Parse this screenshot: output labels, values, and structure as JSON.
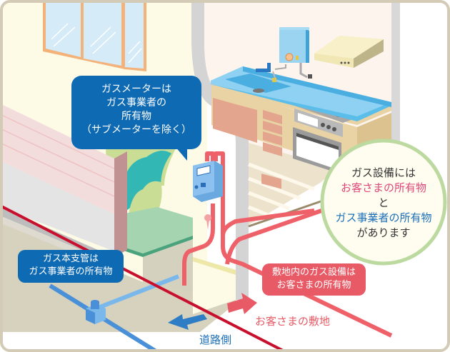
{
  "figure": {
    "title": "ガス設備の所有区分",
    "colors": {
      "frame": "#d3cbb5",
      "exterior_wall": "#fdfbe6",
      "interior_wall": "#fdf4ee",
      "gas_company_blue": "#0f6ab4",
      "customer_red": "#e85a65",
      "pipe_red": "#ee6169",
      "pipe_blue": "#5ca8e6",
      "boundary_line": "#c8102e",
      "circle_border": "#bcd9a0",
      "circle_fill": "#fefdf0",
      "pink_text": "#e0467a",
      "blue_text": "#1b6fb8"
    }
  },
  "callouts": {
    "meter": {
      "lines": [
        "ガスメーターは",
        "ガス事業者の",
        "所有物",
        "（サブメーターを除く）"
      ]
    },
    "main_pipe": {
      "lines": [
        "ガス本支管は",
        "ガス事業者の所有物"
      ]
    },
    "premises_equipment": {
      "lines": [
        "敷地内のガス設備は",
        "お客さまの所有物"
      ]
    }
  },
  "summary_circle": {
    "line1": "ガス設備には",
    "line2": "お客さまの所有物",
    "line3": "と",
    "line4": "ガス事業者の所有物",
    "line5": "があります"
  },
  "labels": {
    "customer_premises": "お客さまの敷地",
    "road_side": "道路側"
  },
  "icons": {
    "gas_meter": "gas-meter-icon",
    "water_heater": "water-heater-icon",
    "range_hood": "range-hood-icon",
    "gas_stove": "gas-stove-icon",
    "sink": "sink-icon",
    "faucet": "faucet-icon",
    "window": "window-icon",
    "fence": "fence-icon",
    "shrub": "shrub-icon",
    "valve": "valve-icon",
    "pipe_junction": "pipe-junction-icon",
    "arrow_premises": "arrow-right-icon",
    "arrow_road": "arrow-left-icon"
  }
}
